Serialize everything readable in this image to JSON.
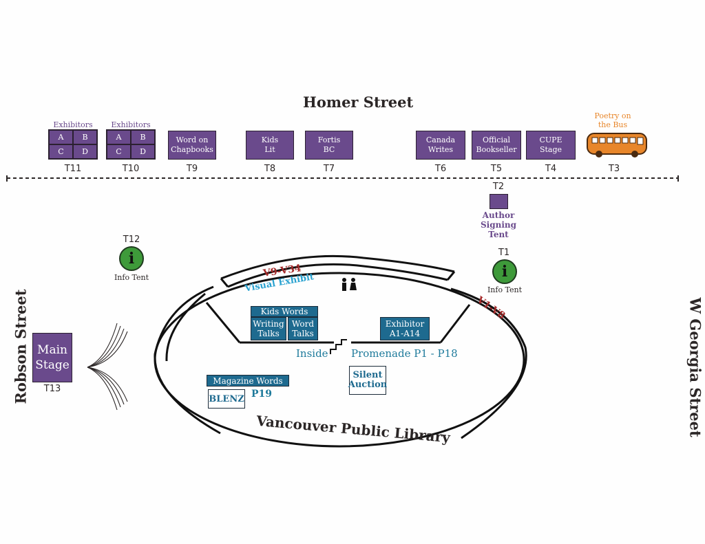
{
  "streets": {
    "homer": "Homer Street",
    "robson": "Robson Street",
    "georgia": "W Georgia Street"
  },
  "top_row": {
    "exhibitors_label": "Exhibitors",
    "t11": {
      "code": "T11",
      "cells": [
        "A",
        "B",
        "C",
        "D"
      ]
    },
    "t10": {
      "code": "T10",
      "cells": [
        "A",
        "B",
        "C",
        "D"
      ]
    },
    "t9": {
      "label": "Word on\nChapbooks",
      "code": "T9"
    },
    "t8": {
      "label": "Kids\nLit",
      "code": "T8"
    },
    "t7": {
      "label": "Fortis\nBC",
      "code": "T7"
    },
    "t6": {
      "label": "Canada\nWrites",
      "code": "T6"
    },
    "t5": {
      "label": "Official\nBookseller",
      "code": "T5"
    },
    "t4": {
      "label": "CUPE\nStage",
      "code": "T4"
    },
    "t3": {
      "label": "Poetry on\nthe Bus",
      "code": "T3"
    }
  },
  "t2": {
    "code": "T2",
    "label": "Author\nSigning\nTent"
  },
  "t12": {
    "code": "T12",
    "label": "Info Tent",
    "glyph": "i"
  },
  "t1": {
    "code": "T1",
    "label": "Info Tent",
    "glyph": "i"
  },
  "main_stage": {
    "label": "Main\nStage",
    "code": "T13"
  },
  "library": {
    "name": "Vancouver Public Library",
    "v9": "V9-V34",
    "visual_exhibit": "Visual Exhibit",
    "v1": "V1-V8",
    "kids_words": "Kids Words",
    "writing_talks": "Writing\nTalks",
    "word_talks": "Word\nTalks",
    "exhibitor": "Exhibitor\nA1-A14",
    "inside": "Inside",
    "promenade": "Promenade P1 - P18",
    "magazine_words": "Magazine Words",
    "blenz": "BLENZ",
    "p19": "P19",
    "silent_auction": "Silent\nAuction"
  },
  "colors": {
    "tent_purple": "#6a4a8c",
    "teal_box": "#1e6a8f",
    "teal_text": "#1e7a9b",
    "red_text": "#a52a2a",
    "info_green": "#3e9a3a",
    "bus_orange": "#e8862a"
  }
}
